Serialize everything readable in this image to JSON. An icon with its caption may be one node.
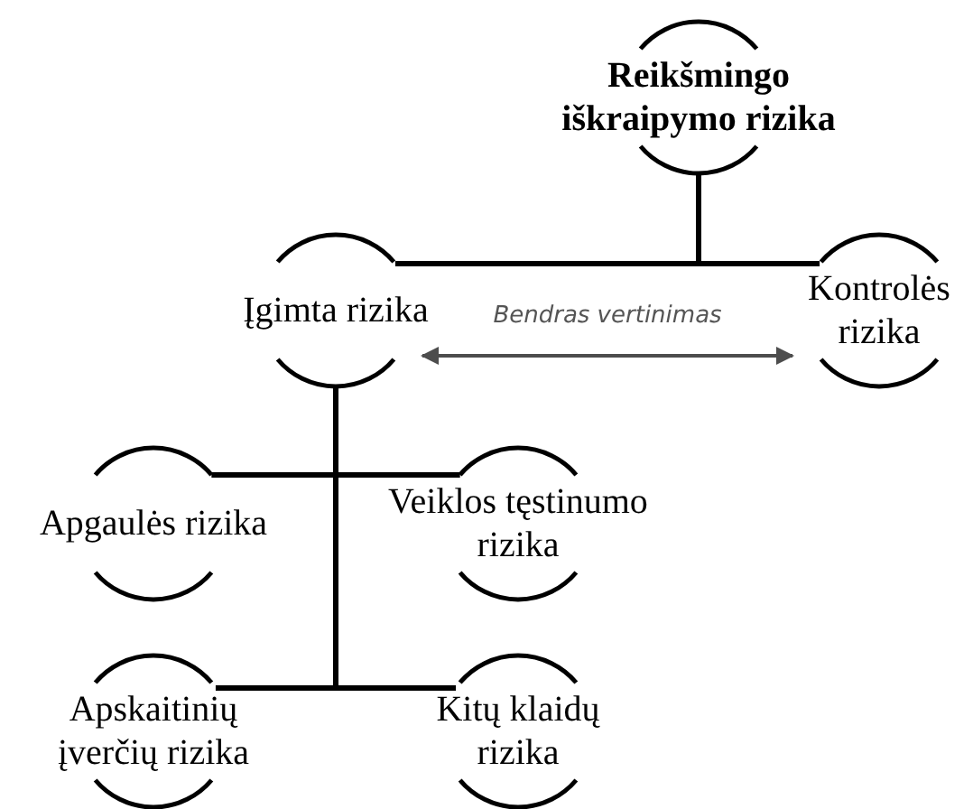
{
  "diagram": {
    "nodes": [
      {
        "text": [
          "Reikšmingo iškraipymo rizika"
        ]
      },
      {
        "text": [
          "Įgimta rizika"
        ]
      },
      {
        "text": [
          "Kontrolės rizika"
        ]
      },
      {
        "text": [
          "Apgaulės rizika"
        ]
      },
      {
        "text": [
          "Veiklos tęstinumo rizika"
        ]
      },
      {
        "text": [
          "Apskaitinių įverčių rizika"
        ]
      },
      {
        "text": [
          "Kitų klaidų rizika"
        ]
      }
    ],
    "edges": [
      {
        "from": 0,
        "to": 1,
        "arrow": "none"
      },
      {
        "from": 0,
        "to": 2,
        "arrow": "none"
      },
      {
        "from": 1,
        "to": 2,
        "arrow": "both",
        "label": "Bendras vertinimas",
        "color": "#4d4d4d"
      },
      {
        "from": 1,
        "to": 3,
        "arrow": "none"
      },
      {
        "from": 1,
        "to": 4,
        "arrow": "none"
      },
      {
        "from": 1,
        "to": 5,
        "arrow": "none"
      },
      {
        "from": 1,
        "to": 6,
        "arrow": "none"
      }
    ]
  }
}
